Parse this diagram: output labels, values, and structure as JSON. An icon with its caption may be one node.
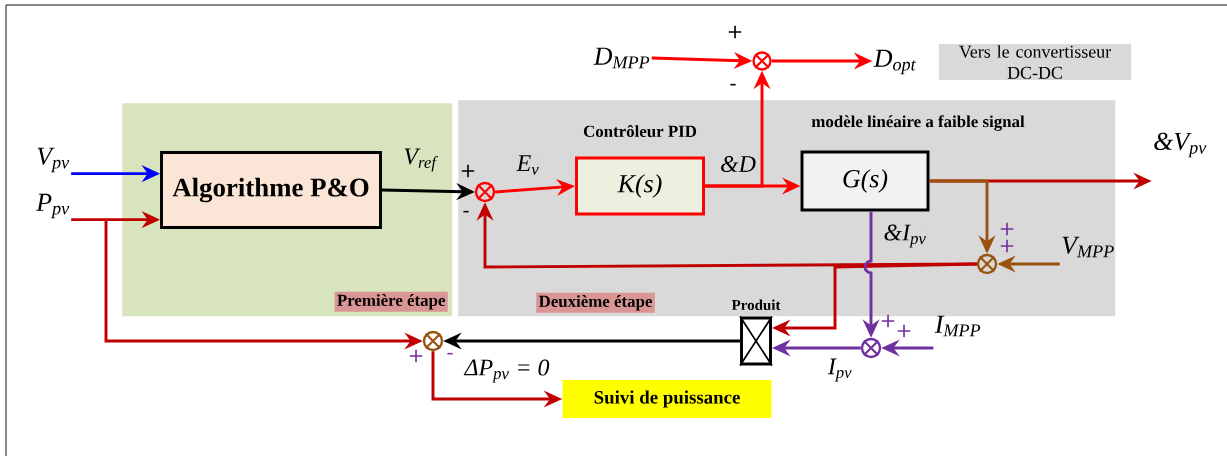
{
  "diagram": {
    "nodes": [
      {
        "text": [
          "Première étape"
        ]
      },
      {
        "text": [
          "Algorithme P&O"
        ],
        "in": 0
      },
      {
        "text": [
          "Deuxième étape"
        ]
      },
      {
        "text": [],
        "shape": "circle",
        "in": 2
      },
      {
        "text": [
          "K(s)"
        ],
        "in": 2,
        "beside": [
          "Contrôleur PID"
        ]
      },
      {
        "text": [
          "G(s)"
        ],
        "in": 2,
        "beside": [
          "modèle linéaire a faible signal"
        ]
      },
      {
        "text": [],
        "shape": "circle",
        "in": 2
      },
      {
        "text": [],
        "shape": "circle"
      },
      {
        "text": [
          "Produit"
        ]
      },
      {
        "text": [],
        "shape": "circle"
      },
      {
        "text": [],
        "shape": "circle"
      },
      {
        "text": [
          "Suivi de puissance"
        ]
      },
      {
        "text": [
          "V$_{pv}$"
        ]
      },
      {
        "text": [
          "P$_{pv}$"
        ]
      },
      {
        "text": [
          "D$_{MPP}$"
        ]
      },
      {
        "text": [
          "D$_{opt}$"
        ]
      },
      {
        "text": [
          "&V$_{pv}$"
        ]
      },
      {
        "text": [
          "V$_{MPP}$"
        ],
        "in": 2
      },
      {
        "text": [
          "I$_{MPP}$"
        ]
      }
    ],
    "edges": [
      {
        "from": 12,
        "to": 1,
        "arrow": "to",
        "color": "#0000ff"
      },
      {
        "from": 13,
        "to": 1,
        "arrow": "to"
      },
      {
        "from": 1,
        "to": 3,
        "arrow": "to",
        "label": "V$_{ref}$",
        "color": "#000000"
      },
      {
        "from": 3,
        "to": 4,
        "arrow": "to",
        "label": "E$_{v}$",
        "color": "#ff0000"
      },
      {
        "from": 4,
        "to": 5,
        "arrow": "to",
        "label": "&D",
        "color": "#ff0000"
      },
      {
        "from": 4,
        "to": 7,
        "arrow": "to",
        "color": "#ff0000"
      },
      {
        "from": 14,
        "to": 7,
        "arrow": "to",
        "color": "#ff0000"
      },
      {
        "from": 7,
        "to": 15,
        "arrow": "to",
        "color": "#ff0000"
      },
      {
        "from": 5,
        "to": 16,
        "arrow": "to"
      },
      {
        "from": 5,
        "to": 6,
        "arrow": "to",
        "color": "#99530f"
      },
      {
        "from": 17,
        "to": 6,
        "arrow": "to",
        "color": "#99530f"
      },
      {
        "from": 6,
        "to": 3,
        "arrow": "to"
      },
      {
        "from": 6,
        "to": 8,
        "arrow": "to"
      },
      {
        "from": 5,
        "to": 9,
        "arrow": "to",
        "label": "&I$_{pv}$",
        "color": "#7030a0"
      },
      {
        "from": 18,
        "to": 9,
        "arrow": "to",
        "color": "#7030a0"
      },
      {
        "from": 9,
        "to": 8,
        "arrow": "to",
        "label": "I$_{pv}$",
        "color": "#7030a0"
      },
      {
        "from": 8,
        "to": 10,
        "arrow": "to",
        "color": "#000000"
      },
      {
        "from": 13,
        "to": 10,
        "arrow": "to"
      },
      {
        "from": 10,
        "to": 11,
        "arrow": "to",
        "label": "ΔP$_{pv}$ = 0"
      }
    ],
    "labels": [
      "+",
      "-",
      "Vers le convertisseur DC-DC",
      "+",
      "-",
      "+",
      "+",
      "+",
      "+",
      "+",
      "-"
    ]
  }
}
